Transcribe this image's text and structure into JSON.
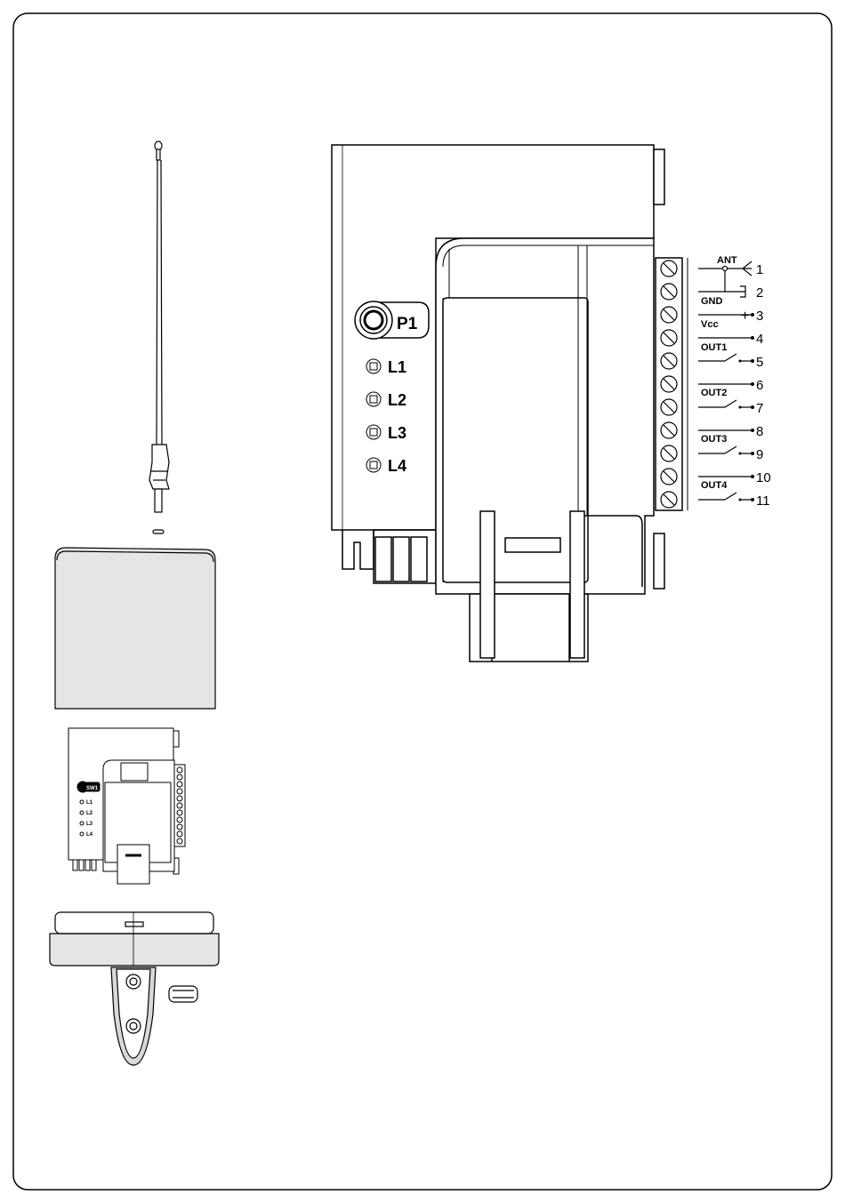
{
  "board": {
    "button_label": "P1",
    "leds": [
      "L1",
      "L2",
      "L3",
      "L4"
    ]
  },
  "terminals": {
    "signal_labels": [
      "ANT",
      "GND",
      "Vcc",
      "OUT1",
      "OUT2",
      "OUT3",
      "OUT4"
    ],
    "numbers": [
      "1",
      "2",
      "3",
      "4",
      "5",
      "6",
      "7",
      "8",
      "9",
      "10",
      "11"
    ],
    "vcc_symbol": "+"
  },
  "small_board": {
    "button_label": "SW1",
    "leds": [
      "L1",
      "L2",
      "L3",
      "L4"
    ]
  }
}
